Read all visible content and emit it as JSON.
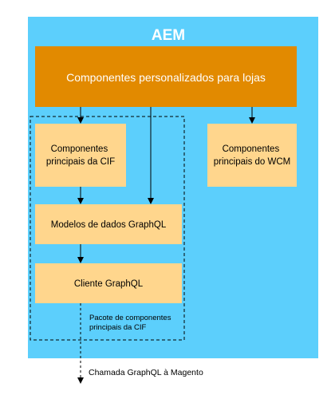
{
  "aem": {
    "title": "AEM"
  },
  "custom_components": {
    "label": "Componentes personalizados para lojas"
  },
  "cif_core": {
    "line1": "Componentes",
    "line2": "principais da CIF"
  },
  "wcm_core": {
    "line1": "Componentes",
    "line2": "principais do WCM"
  },
  "graphql_models": {
    "label": "Modelos de dados GraphQL"
  },
  "graphql_client": {
    "label": "Cliente GraphQL"
  },
  "package": {
    "line1": "Pacote de componentes",
    "line2": "principais da CIF"
  },
  "external_call": {
    "label": "Chamada GraphQL à Magento"
  },
  "colors": {
    "aem_fill": "#5ccffc",
    "aem_border": "#ffffff",
    "custom_fill": "#e28a00",
    "box_fill": "#ffd68d",
    "arrow": "#000000"
  }
}
